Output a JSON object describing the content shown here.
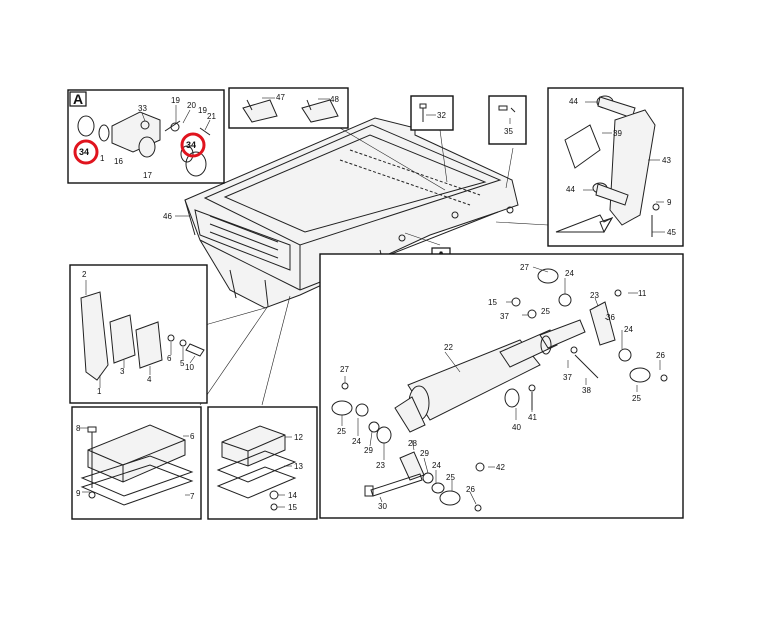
{
  "diagram": {
    "detail_letter": "A",
    "callout_letter": "A",
    "labels": {
      "p1": "1",
      "p2": "2",
      "p3": "3",
      "p4": "4",
      "p5": "5",
      "p6": "6",
      "p7": "7",
      "p8": "8",
      "p9": "9",
      "p10": "10",
      "p11": "11",
      "p12": "12",
      "p13": "13",
      "p14": "14",
      "p15": "15",
      "p16": "16",
      "p17": "17",
      "p19": "19",
      "p20": "20",
      "p21": "21",
      "p22": "22",
      "p23": "23",
      "p24": "24",
      "p25": "25",
      "p26": "26",
      "p27": "27",
      "p28": "28",
      "p29": "29",
      "p30": "30",
      "p32": "32",
      "p33": "33",
      "p34": "34",
      "p35": "35",
      "p36": "36",
      "p37": "37",
      "p38": "38",
      "p39": "39",
      "p40": "40",
      "p41": "41",
      "p42": "42",
      "p43": "43",
      "p44": "44",
      "p45": "45",
      "p46": "46",
      "p47": "47",
      "p48": "48"
    },
    "highlight_color": "#e0141e"
  }
}
